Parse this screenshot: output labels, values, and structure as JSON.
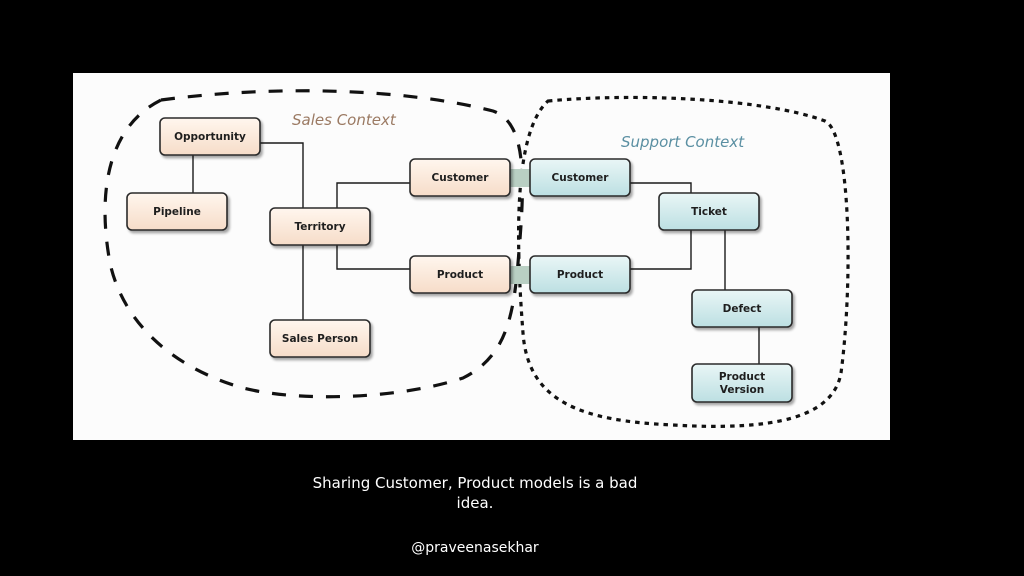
{
  "contexts": {
    "sales": {
      "label": "Sales Context",
      "color": "#9b7a63"
    },
    "support": {
      "label": "Support Context",
      "color": "#5a8fa2"
    }
  },
  "sales_nodes": {
    "opportunity": "Opportunity",
    "pipeline": "Pipeline",
    "territory": "Territory",
    "customer": "Customer",
    "product": "Product",
    "sales_person": "Sales Person"
  },
  "support_nodes": {
    "customer": "Customer",
    "product": "Product",
    "ticket": "Ticket",
    "defect": "Defect",
    "product_version_line1": "Product",
    "product_version_line2": "Version"
  },
  "colors": {
    "sales_fill": "#fbe9db",
    "support_fill": "#d2e9ea",
    "background": "#000000"
  },
  "caption": "Sharing Customer, Product models is a bad idea.",
  "handle": "@praveenasekhar"
}
